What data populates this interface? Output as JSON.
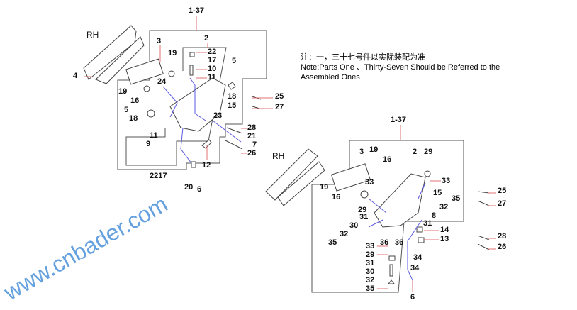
{
  "note": {
    "chinese": "注：一，三十七号件以实际装配为准",
    "english_line1": "Note:Parts One 、Thirty-Seven Should be Referred to the",
    "english_line2": "Assembled Ones"
  },
  "watermark": "www.cnbader.com",
  "left_assembly": {
    "side_label": "RH",
    "callouts": [
      "1-37",
      "3",
      "2",
      "19",
      "22",
      "17",
      "10",
      "11",
      "5",
      "4",
      "24",
      "19",
      "16",
      "18",
      "15",
      "5",
      "18",
      "23",
      "28",
      "21",
      "7",
      "26",
      "11",
      "9",
      "12",
      "2217",
      "20",
      "6",
      "25",
      "27"
    ]
  },
  "right_assembly": {
    "side_label": "RH",
    "callouts": [
      "1-37",
      "3",
      "19",
      "16",
      "2",
      "29",
      "33",
      "19",
      "16",
      "33",
      "29",
      "15",
      "35",
      "32",
      "8",
      "31",
      "31",
      "30",
      "32",
      "35",
      "14",
      "13",
      "36",
      "36",
      "33",
      "29",
      "31",
      "30",
      "32",
      "35",
      "34",
      "34",
      "6",
      "25",
      "27",
      "28",
      "26"
    ]
  },
  "colors": {
    "leader_red": "#e07070",
    "leader_blue": "#5a5ae0",
    "outline": "#555555",
    "watermark": "#4a90d9"
  }
}
